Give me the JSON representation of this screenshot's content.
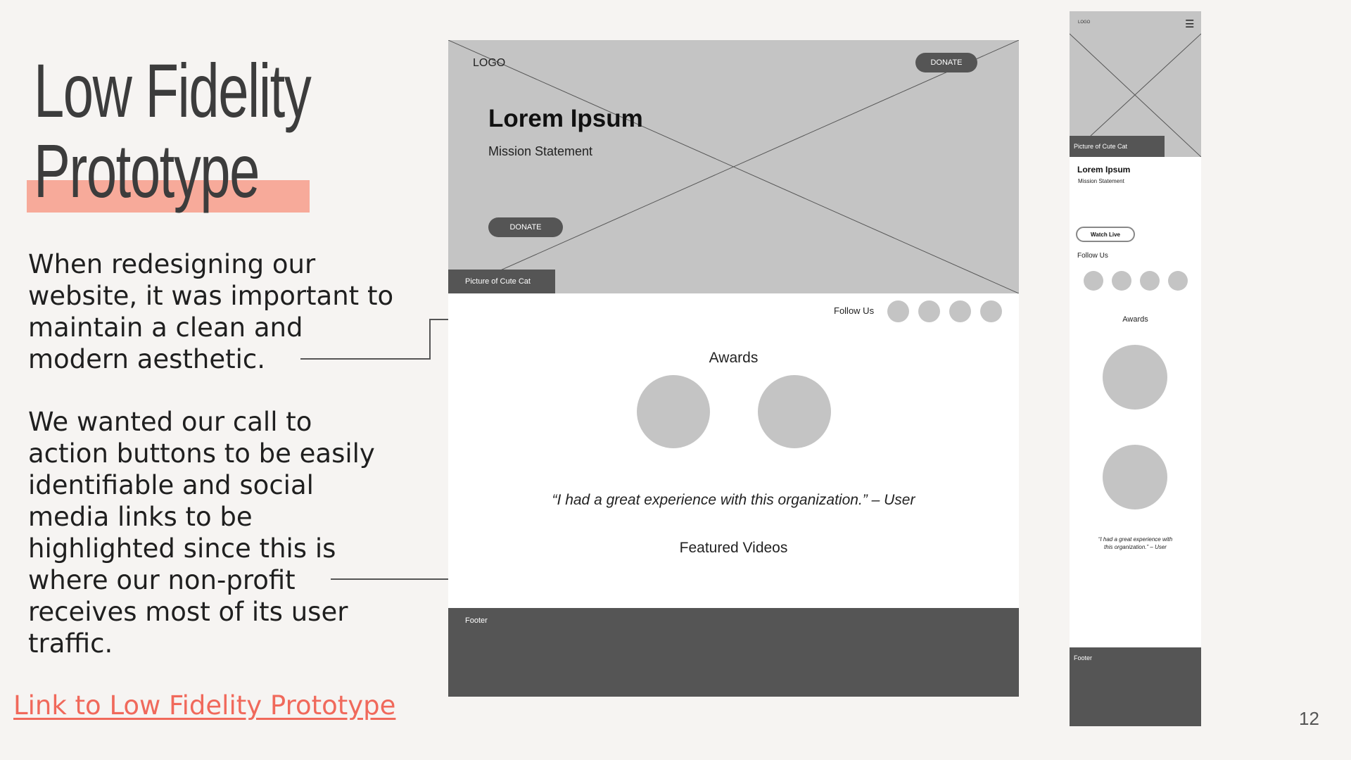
{
  "slide": {
    "title_line1": "Low Fidelity",
    "title_line2": "Prototype",
    "paragraph1": "When redesigning our website, it was important to maintain a clean and modern aesthetic.",
    "paragraph2": "We wanted our call to action buttons to be easily identifiable and social media links to be highlighted since this is where our non-profit receives most of its user traffic.",
    "link_text": "Link to Low Fidelity Prototype",
    "page_number": "12",
    "accent_color": "#f7aa9a",
    "link_color": "#f0695b"
  },
  "desktop": {
    "logo": "LOGO",
    "donate_top": "DONATE",
    "heading": "Lorem Ipsum",
    "mission": "Mission Statement",
    "donate_main": "DONATE",
    "image_caption": "Picture of Cute Cat",
    "follow_label": "Follow Us",
    "awards_label": "Awards",
    "quote": "“I had a great experience with this organization.” – User",
    "videos_label": "Featured Videos",
    "footer_label": "Footer"
  },
  "mobile": {
    "logo": "LOGO",
    "menu_icon": "hamburger-icon",
    "image_caption": "Picture of Cute Cat",
    "heading": "Lorem Ipsum",
    "mission": "Mission Statement",
    "watch_live": "Watch Live",
    "follow_label": "Follow Us",
    "awards_label": "Awards",
    "quote_line1": "“I had a great experience with",
    "quote_line2": "this organization.” – User",
    "footer_label": "Footer"
  }
}
